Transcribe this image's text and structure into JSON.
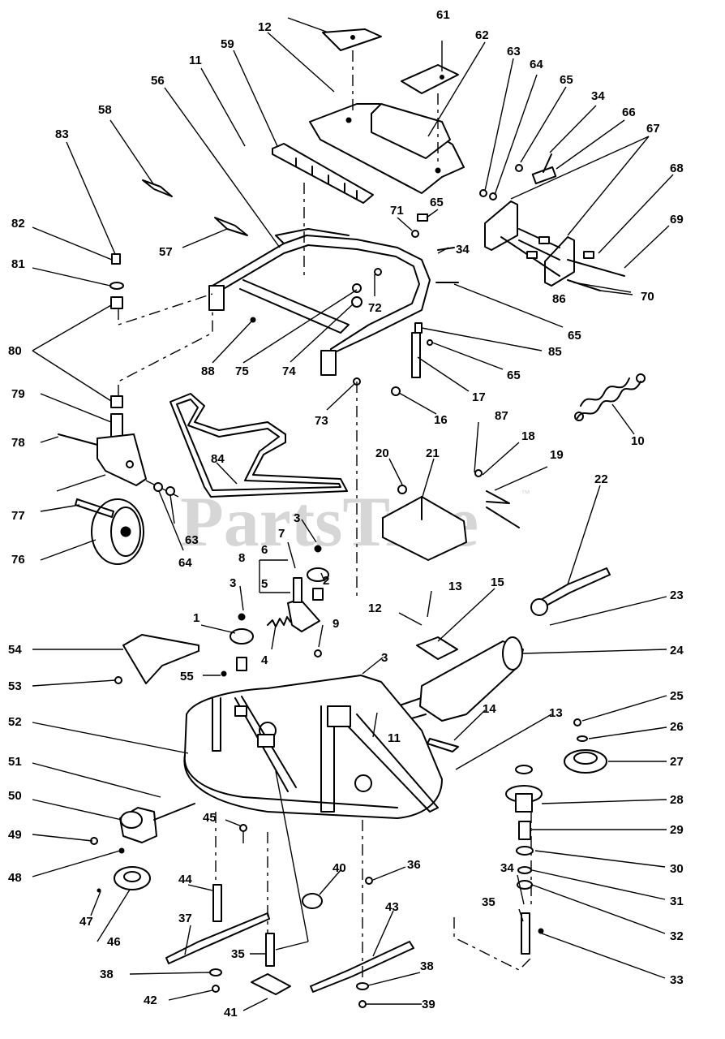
{
  "watermark": {
    "text": "PartsTree",
    "trademark": "™"
  },
  "callouts": [
    {
      "id": "c12a",
      "text": "12"
    },
    {
      "id": "c61",
      "text": "61"
    },
    {
      "id": "c62",
      "text": "62"
    },
    {
      "id": "c63a",
      "text": "63"
    },
    {
      "id": "c64a",
      "text": "64"
    },
    {
      "id": "c65a",
      "text": "65"
    },
    {
      "id": "c34a",
      "text": "34"
    },
    {
      "id": "c66",
      "text": "66"
    },
    {
      "id": "c67",
      "text": "67"
    },
    {
      "id": "c68",
      "text": "68"
    },
    {
      "id": "c69",
      "text": "69"
    },
    {
      "id": "c70",
      "text": "70"
    },
    {
      "id": "c11a",
      "text": "11"
    },
    {
      "id": "c59",
      "text": "59"
    },
    {
      "id": "c56",
      "text": "56"
    },
    {
      "id": "c58",
      "text": "58"
    },
    {
      "id": "c83",
      "text": "83"
    },
    {
      "id": "c82",
      "text": "82"
    },
    {
      "id": "c81",
      "text": "81"
    },
    {
      "id": "c57",
      "text": "57"
    },
    {
      "id": "c80",
      "text": "80"
    },
    {
      "id": "c71",
      "text": "71"
    },
    {
      "id": "c65b",
      "text": "65"
    },
    {
      "id": "c34b",
      "text": "34"
    },
    {
      "id": "c72",
      "text": "72"
    },
    {
      "id": "c86",
      "text": "86"
    },
    {
      "id": "c65c",
      "text": "65"
    },
    {
      "id": "c85",
      "text": "85"
    },
    {
      "id": "c65d",
      "text": "65"
    },
    {
      "id": "c17",
      "text": "17"
    },
    {
      "id": "c88",
      "text": "88"
    },
    {
      "id": "c75",
      "text": "75"
    },
    {
      "id": "c74",
      "text": "74"
    },
    {
      "id": "c73",
      "text": "73"
    },
    {
      "id": "c16",
      "text": "16"
    },
    {
      "id": "c10",
      "text": "10"
    },
    {
      "id": "c79",
      "text": "79"
    },
    {
      "id": "c78",
      "text": "78"
    },
    {
      "id": "c84",
      "text": "84"
    },
    {
      "id": "c20",
      "text": "20"
    },
    {
      "id": "c21",
      "text": "21"
    },
    {
      "id": "c87",
      "text": "87"
    },
    {
      "id": "c18",
      "text": "18"
    },
    {
      "id": "c19",
      "text": "19"
    },
    {
      "id": "c22",
      "text": "22"
    },
    {
      "id": "c77",
      "text": "77"
    },
    {
      "id": "c63b",
      "text": "63"
    },
    {
      "id": "c76",
      "text": "76"
    },
    {
      "id": "c64b",
      "text": "64"
    },
    {
      "id": "c3a",
      "text": "3"
    },
    {
      "id": "c7",
      "text": "7"
    },
    {
      "id": "c8",
      "text": "8"
    },
    {
      "id": "c6",
      "text": "6"
    },
    {
      "id": "c2",
      "text": "2"
    },
    {
      "id": "c5",
      "text": "5"
    },
    {
      "id": "c3b",
      "text": "3"
    },
    {
      "id": "c13a",
      "text": "13"
    },
    {
      "id": "c15",
      "text": "15"
    },
    {
      "id": "c23",
      "text": "23"
    },
    {
      "id": "c1",
      "text": "1"
    },
    {
      "id": "c4",
      "text": "4"
    },
    {
      "id": "c9",
      "text": "9"
    },
    {
      "id": "c12b",
      "text": "12"
    },
    {
      "id": "c54",
      "text": "54"
    },
    {
      "id": "c24",
      "text": "24"
    },
    {
      "id": "c3c",
      "text": "3"
    },
    {
      "id": "c53",
      "text": "53"
    },
    {
      "id": "c55",
      "text": "55"
    },
    {
      "id": "c25",
      "text": "25"
    },
    {
      "id": "c14",
      "text": "14"
    },
    {
      "id": "c13b",
      "text": "13"
    },
    {
      "id": "c52",
      "text": "52"
    },
    {
      "id": "c11b",
      "text": "11"
    },
    {
      "id": "c26",
      "text": "26"
    },
    {
      "id": "c27",
      "text": "27"
    },
    {
      "id": "c51",
      "text": "51"
    },
    {
      "id": "c28",
      "text": "28"
    },
    {
      "id": "c50",
      "text": "50"
    },
    {
      "id": "c45",
      "text": "45"
    },
    {
      "id": "c29",
      "text": "29"
    },
    {
      "id": "c49",
      "text": "49"
    },
    {
      "id": "c30",
      "text": "30"
    },
    {
      "id": "c48",
      "text": "48"
    },
    {
      "id": "c40",
      "text": "40"
    },
    {
      "id": "c36",
      "text": "36"
    },
    {
      "id": "c31",
      "text": "31"
    },
    {
      "id": "c34c",
      "text": "34"
    },
    {
      "id": "c47",
      "text": "47"
    },
    {
      "id": "c44",
      "text": "44"
    },
    {
      "id": "c43",
      "text": "43"
    },
    {
      "id": "c32",
      "text": "32"
    },
    {
      "id": "c46",
      "text": "46"
    },
    {
      "id": "c35a",
      "text": "35"
    },
    {
      "id": "c37",
      "text": "37"
    },
    {
      "id": "c33",
      "text": "33"
    },
    {
      "id": "c35b",
      "text": "35"
    },
    {
      "id": "c38a",
      "text": "38"
    },
    {
      "id": "c38b",
      "text": "38"
    },
    {
      "id": "c42",
      "text": "42"
    },
    {
      "id": "c39",
      "text": "39"
    },
    {
      "id": "c41",
      "text": "41"
    }
  ]
}
